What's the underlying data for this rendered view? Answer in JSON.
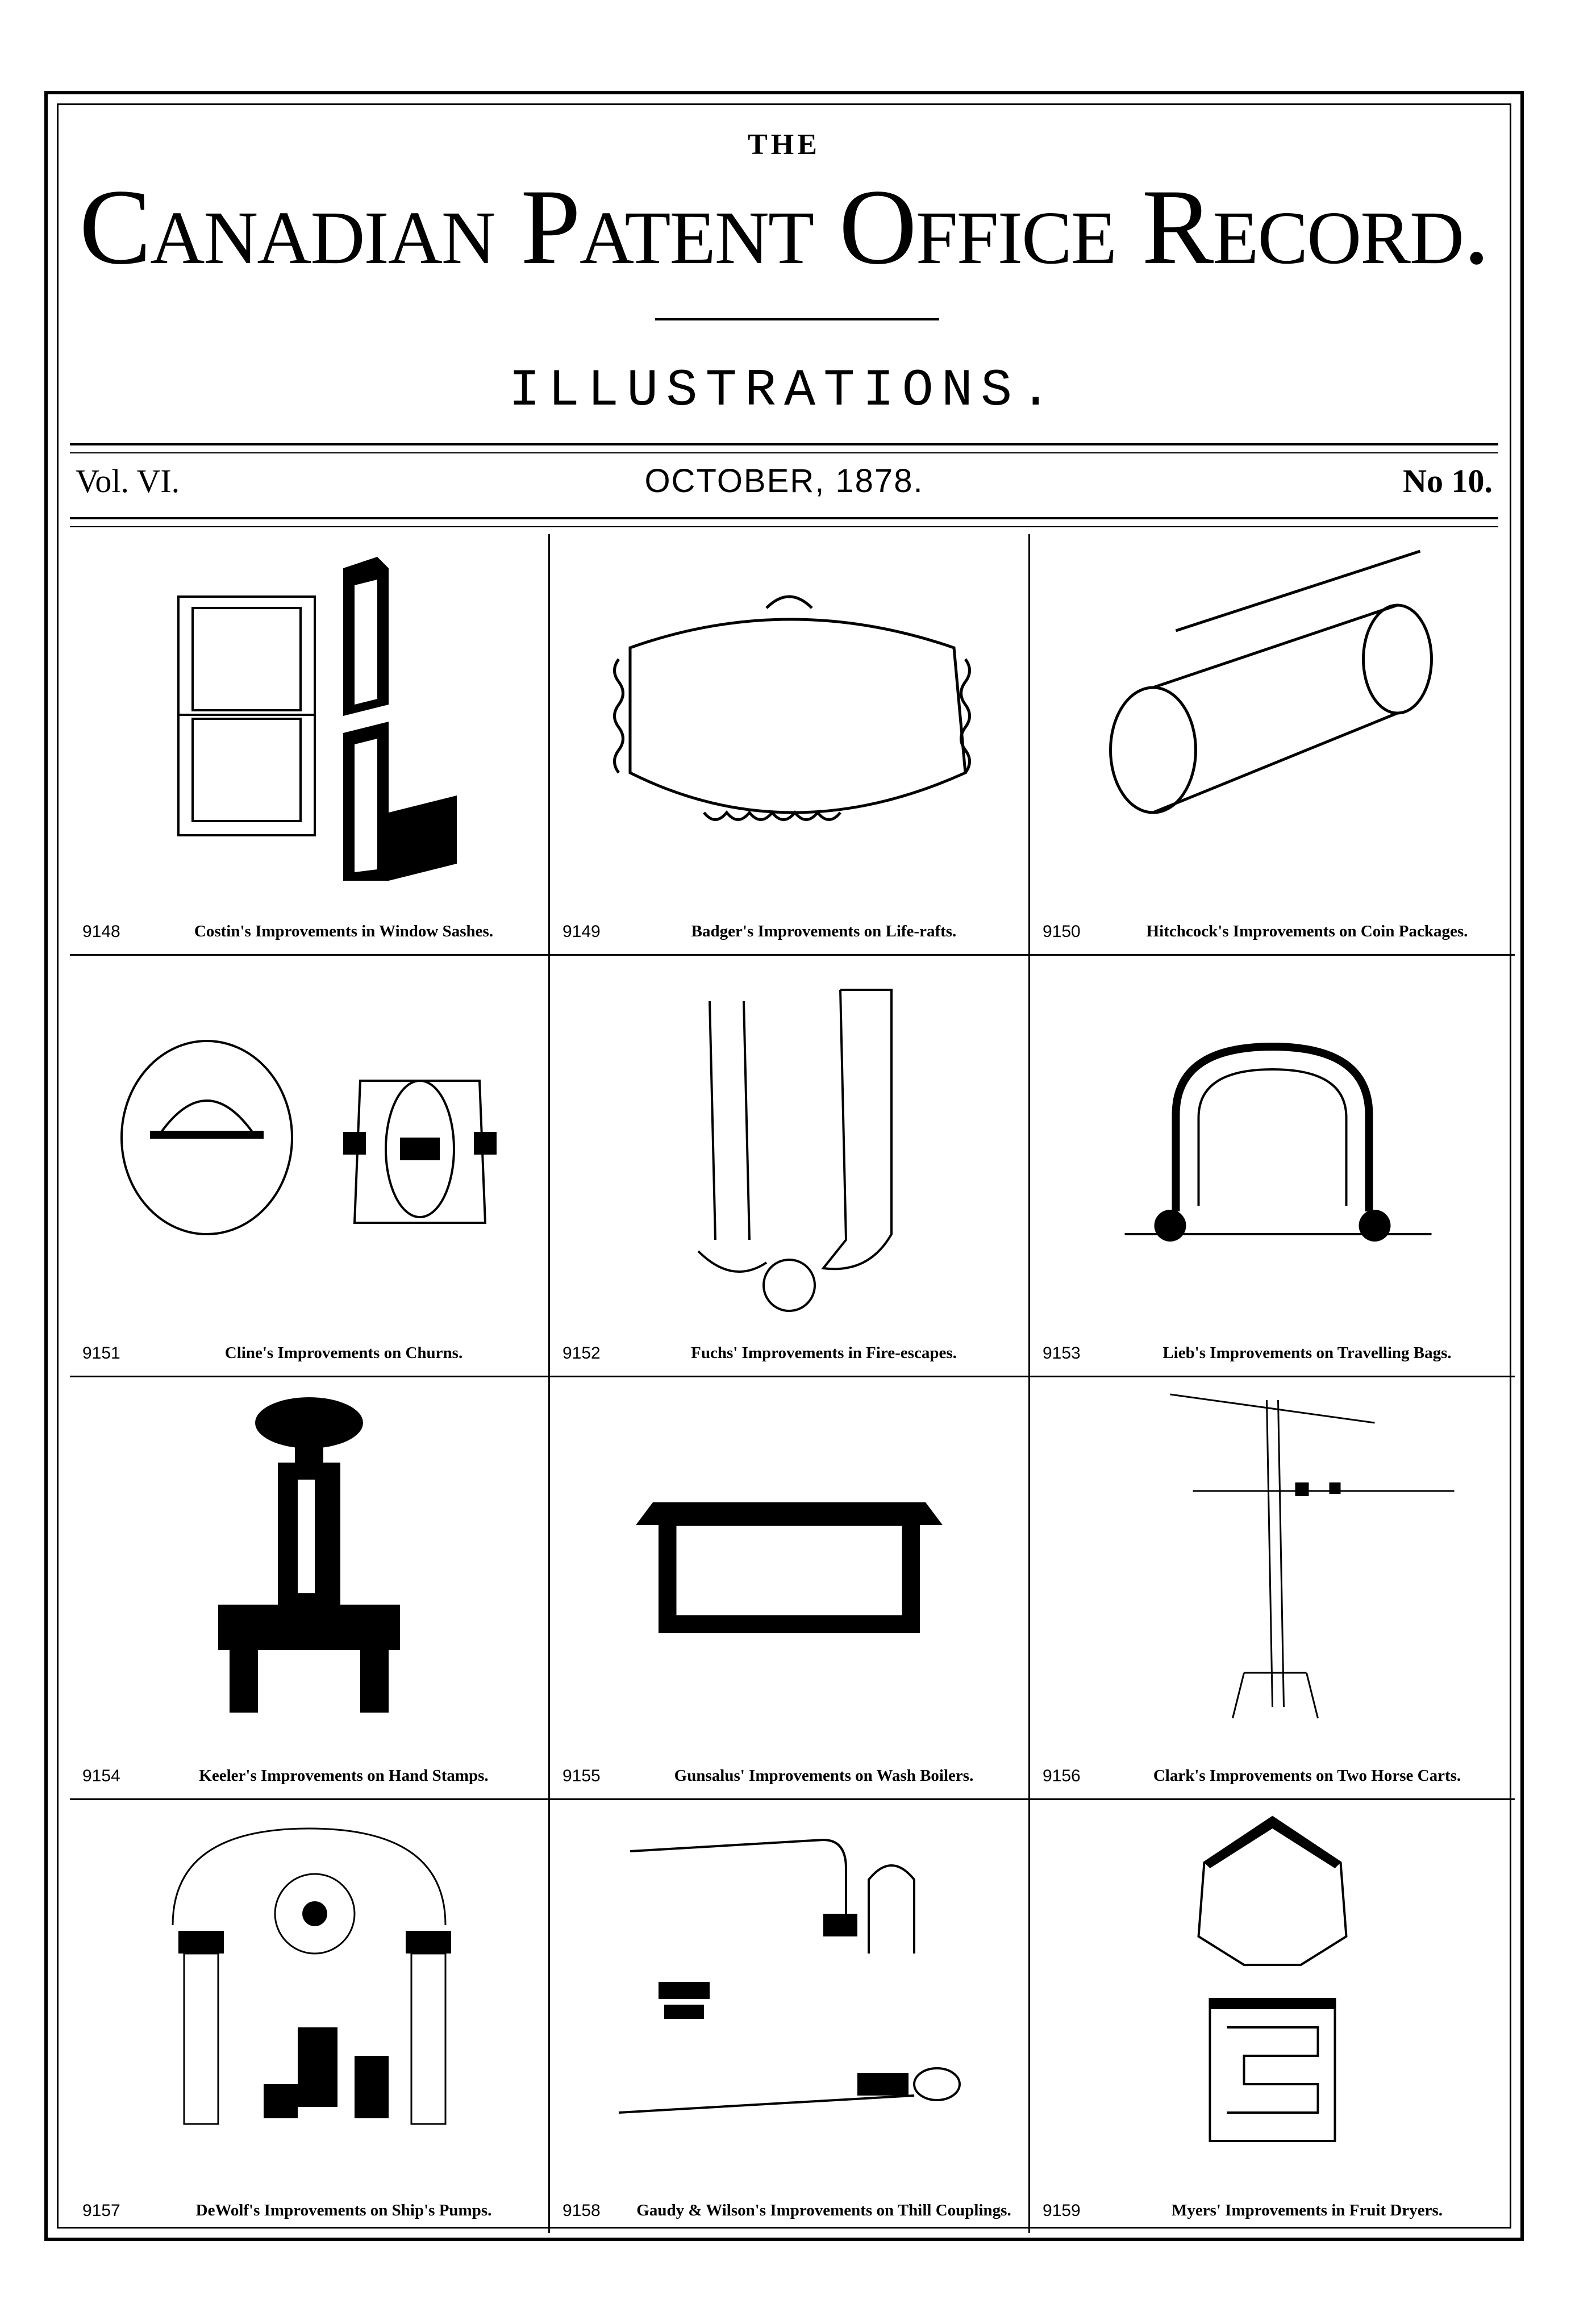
{
  "header": {
    "the": "THE",
    "title": "Canadian Patent Office Record.",
    "subtitle": "ILLUSTRATIONS.",
    "volume": "Vol. VI.",
    "date": "OCTOBER, 1878.",
    "number": "No 10."
  },
  "patents": [
    {
      "number": "9148",
      "title": "Costin's Improvements in Window Sashes."
    },
    {
      "number": "9149",
      "title": "Badger's Improvements on Life-rafts."
    },
    {
      "number": "9150",
      "title": "Hitchcock's Improvements on Coin Packages."
    },
    {
      "number": "9151",
      "title": "Cline's Improvements on Churns."
    },
    {
      "number": "9152",
      "title": "Fuchs' Improvements in Fire-escapes."
    },
    {
      "number": "9153",
      "title": "Lieb's Improvements on Travelling Bags."
    },
    {
      "number": "9154",
      "title": "Keeler's Improvements on Hand Stamps."
    },
    {
      "number": "9155",
      "title": "Gunsalus' Improvements on Wash Boilers."
    },
    {
      "number": "9156",
      "title": "Clark's Improvements on Two Horse Carts."
    },
    {
      "number": "9157",
      "title": "DeWolf's Improvements on Ship's Pumps."
    },
    {
      "number": "9158",
      "title": "Gaudy & Wilson's Improvements on Thill Couplings."
    },
    {
      "number": "9159",
      "title": "Myers' Improvements in Fruit Dryers."
    }
  ]
}
